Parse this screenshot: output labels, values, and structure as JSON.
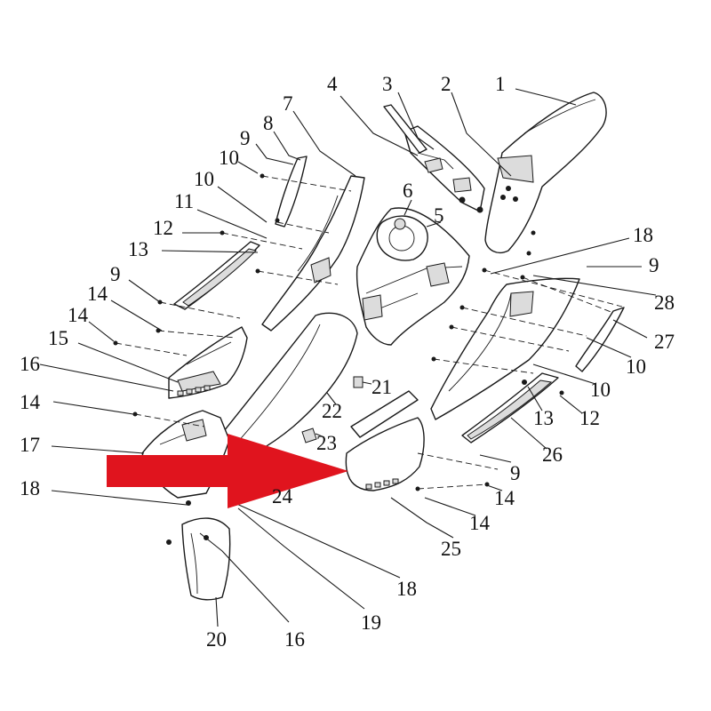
{
  "colors": {
    "line": "#1a1a1a",
    "arrow": "#e0141e",
    "background": "#ffffff"
  },
  "callouts": [
    "1",
    "2",
    "3",
    "4",
    "5",
    "6",
    "7",
    "8",
    "9",
    "10",
    "10",
    "11",
    "12",
    "13",
    "9",
    "14",
    "14",
    "15",
    "16",
    "14",
    "17",
    "18",
    "20",
    "16",
    "19",
    "18",
    "25",
    "14",
    "14",
    "24",
    "23",
    "22",
    "21",
    "9",
    "26",
    "12",
    "13",
    "10",
    "10",
    "27",
    "28",
    "9",
    "18"
  ]
}
